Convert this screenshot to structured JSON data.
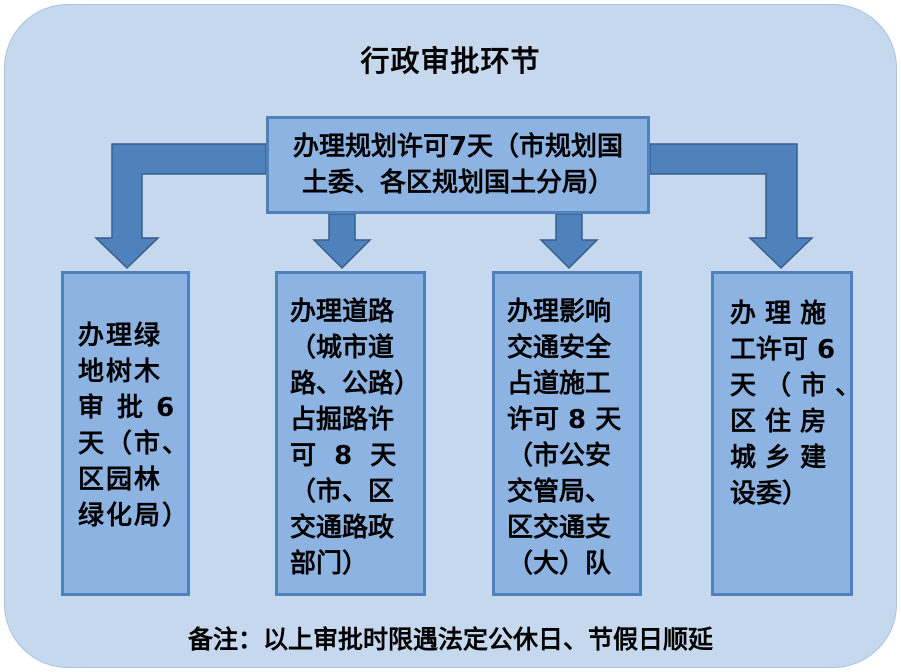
{
  "title": "行政审批环节",
  "top_box": {
    "text": "办理规划许可7天（市规划国\n土委、各区规划国土分局）"
  },
  "boxes": [
    {
      "text": "办理绿\n地树木\n审 批 6\n天（市、\n区园林\n绿化局）"
    },
    {
      "text": "办理道路\n（城市道\n路、公路）\n占掘路许\n可  8  天\n（市、区\n交通路政\n部门）"
    },
    {
      "text": "办理影响\n交通安全\n占道施工\n许可 8 天\n（市公安\n交管局、\n区交通支\n（大）队"
    },
    {
      "text": "办 理 施\n工许可 6\n天 （ 市 、\n区 住 房\n城 乡 建\n设委）"
    }
  ],
  "note": "备注：以上审批时限遇法定公休日、节假日顺延",
  "colors": {
    "panel_bg": "#c6d8ee",
    "box_fill": "#8db3e2",
    "box_border": "#4f81bd",
    "arrow_fill": "#4f81bd"
  }
}
